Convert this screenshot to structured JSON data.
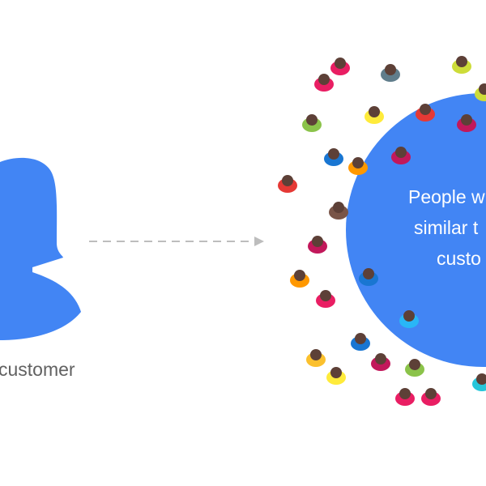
{
  "left": {
    "label": "customer"
  },
  "right": {
    "lines": [
      "People w",
      "similar t",
      "custo"
    ]
  },
  "colors": {
    "blue": "#4285f4",
    "arrow": "#bdbdbd",
    "text": "#616161"
  }
}
